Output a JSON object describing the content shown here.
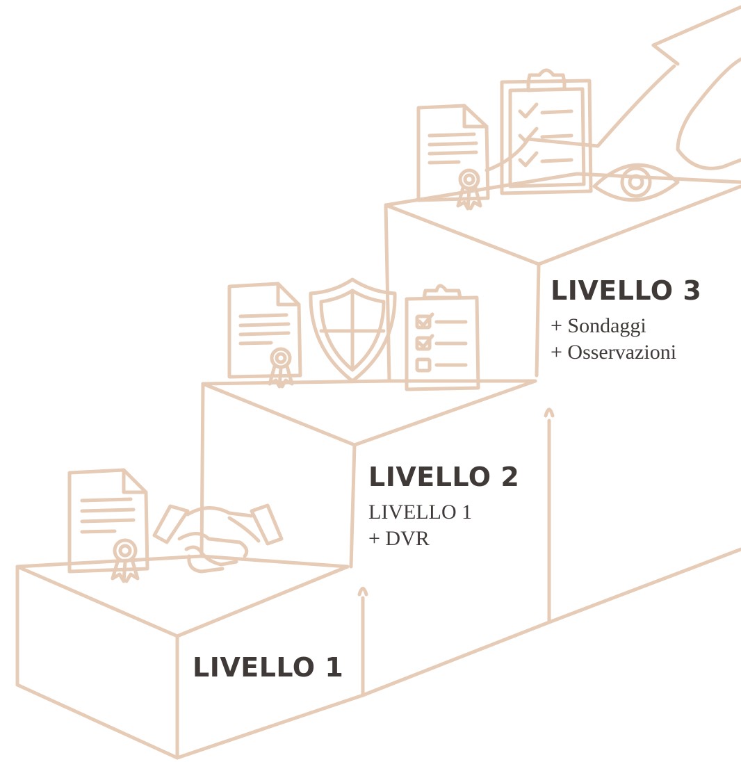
{
  "colors": {
    "line": "#e6cbb6",
    "text": "#3f3a38",
    "background": "#ffffff"
  },
  "levels": [
    {
      "title": "LIVELLO 1",
      "lines": []
    },
    {
      "title": "LIVELLO 2",
      "lines": [
        "LIVELLO 1",
        "+ DVR"
      ]
    },
    {
      "title": "LIVELLO 3",
      "lines": [
        "+ Sondaggi",
        "+ Osservazioni"
      ]
    }
  ],
  "icons": [
    "certificate-icon",
    "handshake-icon",
    "shield-icon",
    "checklist-clipboard-icon",
    "eye-icon",
    "growth-arrow-icon"
  ]
}
